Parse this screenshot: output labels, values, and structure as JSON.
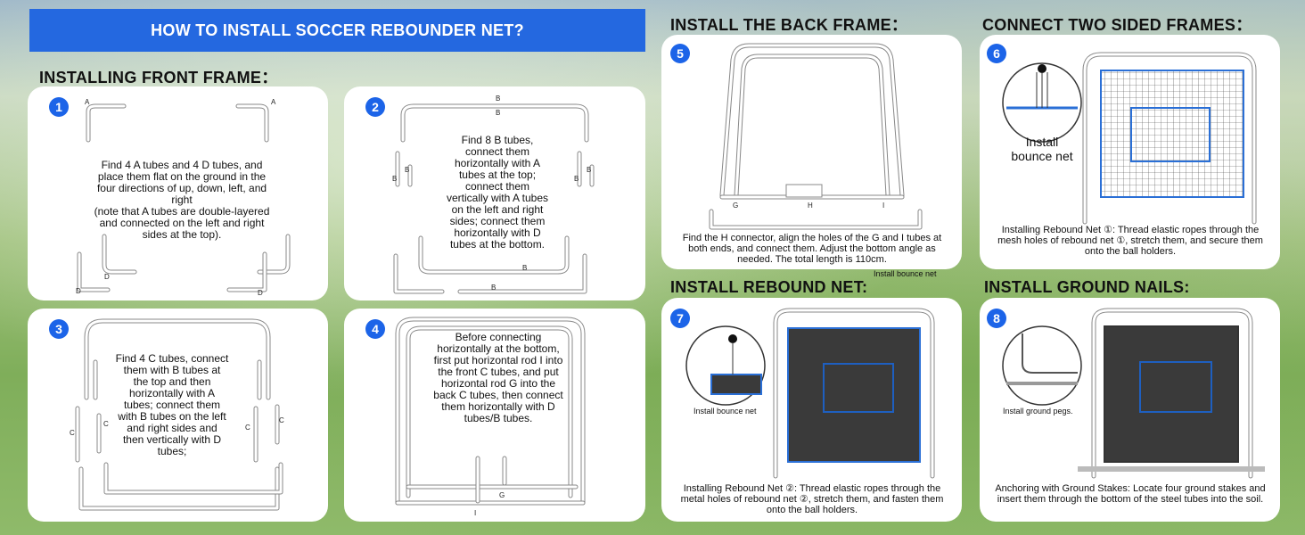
{
  "banner": "HOW TO INSTALL SOCCER REBOUNDER NET?",
  "sections": {
    "front_frame": "INSTALLING FRONT FRAME：",
    "back_frame": "INSTALL THE BACK FRAME：",
    "two_sided": "CONNECT TWO SIDED FRAMES：",
    "rebound_net": "INSTALL REBOUND NET:",
    "ground_nails": "INSTALL GROUND NAILS:"
  },
  "steps": [
    {
      "num": "1",
      "text": "Find 4 A tubes and 4 D tubes, and place them flat on the ground in the four directions of up, down, left, and right\n(note that A tubes are double-layered and connected on the left and right sides at the top).",
      "labels": [
        "A",
        "A",
        "D",
        "D",
        "D"
      ]
    },
    {
      "num": "2",
      "text": "Find 8 B tubes, connect them horizontally with A tubes at the top; connect them vertically with A tubes on the left and right sides; connect them horizontally with D tubes at the bottom.",
      "labels": [
        "B",
        "B",
        "B",
        "B",
        "B",
        "B",
        "B",
        "B"
      ]
    },
    {
      "num": "3",
      "text": "Find 4 C tubes, connect them with B tubes at the top and then horizontally with A tubes; connect them with B tubes on the left and right sides and then vertically with D tubes;",
      "labels": [
        "C",
        "C",
        "C",
        "C"
      ]
    },
    {
      "num": "4",
      "text": "Before connecting horizontally at the bottom, first put horizontal rod I into the front C tubes, and put horizontal rod G into the back C tubes, then connect them horizontally with D tubes/B tubes.",
      "labels": [
        "G",
        "I"
      ]
    },
    {
      "num": "5",
      "text": "Find the H connector, align the holes of the G and I tubes at both ends, and connect them. Adjust the bottom angle as needed. The total length is 110cm.",
      "labels": [
        "G",
        "H",
        "I"
      ],
      "extra": "Install bounce net"
    },
    {
      "num": "6",
      "text": "Installing Rebound Net ①: Thread elastic ropes through the mesh holes of rebound net ①, stretch them, and secure them onto the ball holders.",
      "inset": "Install bounce net"
    },
    {
      "num": "7",
      "text": "Installing Rebound Net ②: Thread elastic ropes through the metal holes of rebound net ②, stretch them, and fasten them onto the ball holders.",
      "inset": "Install bounce net"
    },
    {
      "num": "8",
      "text": "Anchoring with Ground Stakes: Locate four ground stakes and insert them through the bottom of the steel tubes into the soil.",
      "inset": "Install ground pegs."
    }
  ],
  "colors": {
    "banner": "#2468e0",
    "step_badge": "#1c64e8",
    "net_blue": "#2a6fd6",
    "net_dark": "#3a3a3a"
  }
}
